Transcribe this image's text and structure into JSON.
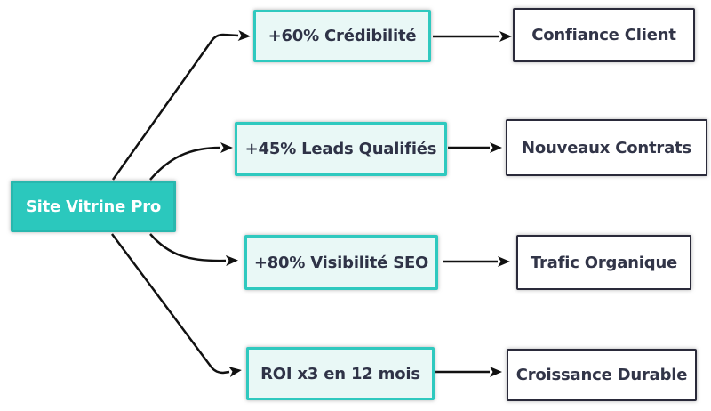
{
  "colors": {
    "background": "#ffffff",
    "arrow": "#111111",
    "teal_fill": "#2bc8bd",
    "teal_border": "#28b7ae",
    "source_text": "#ffffff",
    "metric_fill": "#e9f8f6",
    "metric_border": "#2fc9bf",
    "metric_text": "#2f3347",
    "outcome_fill": "#ffffff",
    "outcome_border": "#2a2a3a",
    "outcome_text": "#323548"
  },
  "diagram": {
    "type": "flowchart-left-to-right",
    "source": {
      "label": "Site Vitrine Pro"
    },
    "rows": [
      {
        "metric": "+60% Crédibilité",
        "outcome": "Confiance Client"
      },
      {
        "metric": "+45% Leads Qualifiés",
        "outcome": "Nouveaux Contrats"
      },
      {
        "metric": "+80% Visibilité SEO",
        "outcome": "Trafic Organique"
      },
      {
        "metric": "ROI x3 en 12 mois",
        "outcome": "Croissance Durable"
      }
    ]
  }
}
